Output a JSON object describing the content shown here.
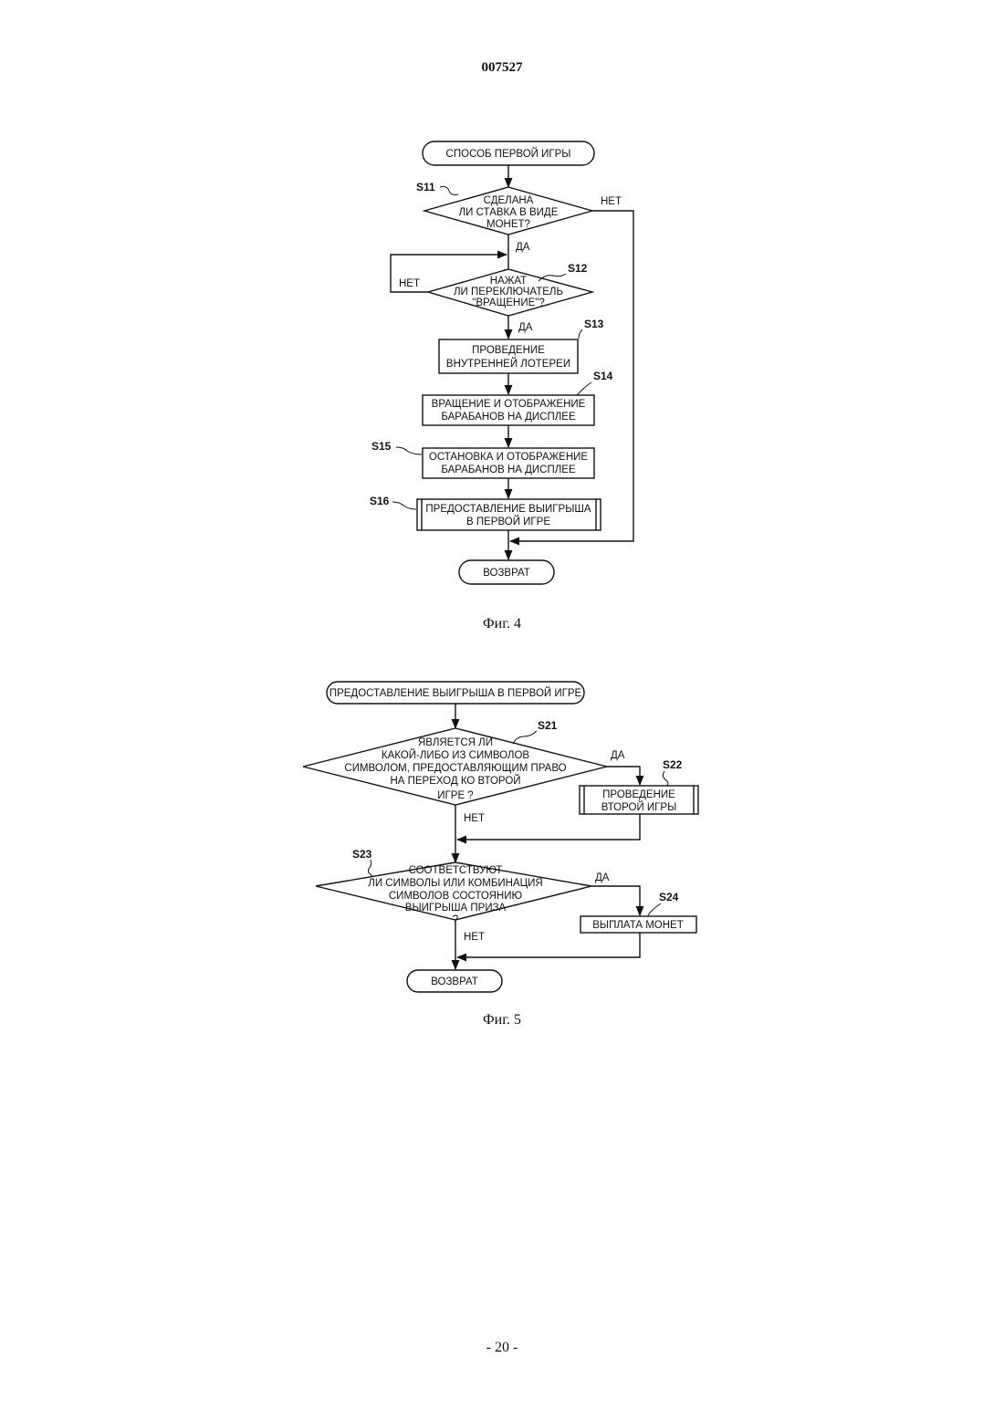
{
  "doc_number": "007527",
  "page_number": "- 20 -",
  "fig4": {
    "caption": "Фиг. 4",
    "start": "СПОСОБ ПЕРВОЙ ИГРЫ",
    "s11": {
      "label": "S11",
      "lines": [
        "СДЕЛАНА",
        "ЛИ СТАВКА В ВИДЕ",
        "МОНЕТ?"
      ]
    },
    "s12": {
      "label": "S12",
      "lines": [
        "НАЖАТ",
        "ЛИ ПЕРЕКЛЮЧАТЕЛЬ",
        "\"ВРАЩЕНИЕ\"?"
      ]
    },
    "s13": {
      "label": "S13",
      "lines": [
        "ПРОВЕДЕНИЕ",
        "ВНУТРЕННЕЙ ЛОТЕРЕИ"
      ]
    },
    "s14": {
      "label": "S14",
      "lines": [
        "ВРАЩЕНИЕ И ОТОБРАЖЕНИЕ",
        "БАРАБАНОВ НА ДИСПЛЕЕ"
      ]
    },
    "s15": {
      "label": "S15",
      "lines": [
        "ОСТАНОВКА И ОТОБРАЖЕНИЕ",
        "БАРАБАНОВ НА ДИСПЛЕЕ"
      ]
    },
    "s16": {
      "label": "S16",
      "lines": [
        "ПРЕДОСТАВЛЕНИЕ ВЫИГРЫША",
        "В ПЕРВОЙ ИГРЕ"
      ]
    },
    "end": "ВОЗВРАТ",
    "yes": "ДА",
    "no": "НЕТ"
  },
  "fig5": {
    "caption": "Фиг. 5",
    "start": "ПРЕДОСТАВЛЕНИЕ ВЫИГРЫША В ПЕРВОЙ ИГРЕ",
    "s21": {
      "label": "S21",
      "lines": [
        "ЯВЛЯЕТСЯ ЛИ",
        "КАКОЙ-ЛИБО ИЗ СИМВОЛОВ",
        "СИМВОЛОМ, ПРЕДОСТАВЛЯЮЩИМ ПРАВО",
        "НА ПЕРЕХОД КО ВТОРОЙ",
        "ИГРЕ ?"
      ]
    },
    "s22": {
      "label": "S22",
      "lines": [
        "ПРОВЕДЕНИЕ",
        "ВТОРОЙ ИГРЫ"
      ]
    },
    "s23": {
      "label": "S23",
      "lines": [
        "СООТВЕТСТВУЮТ",
        "ЛИ СИМВОЛЫ ИЛИ КОМБИНАЦИЯ",
        "СИМВОЛОВ СОСТОЯНИЮ",
        "ВЫИГРЫША ПРИЗА",
        "?"
      ]
    },
    "s24": {
      "label": "S24",
      "lines": [
        "ВЫПЛАТА МОНЕТ"
      ]
    },
    "end": "ВОЗВРАТ",
    "yes": "ДА",
    "no": "НЕТ"
  }
}
